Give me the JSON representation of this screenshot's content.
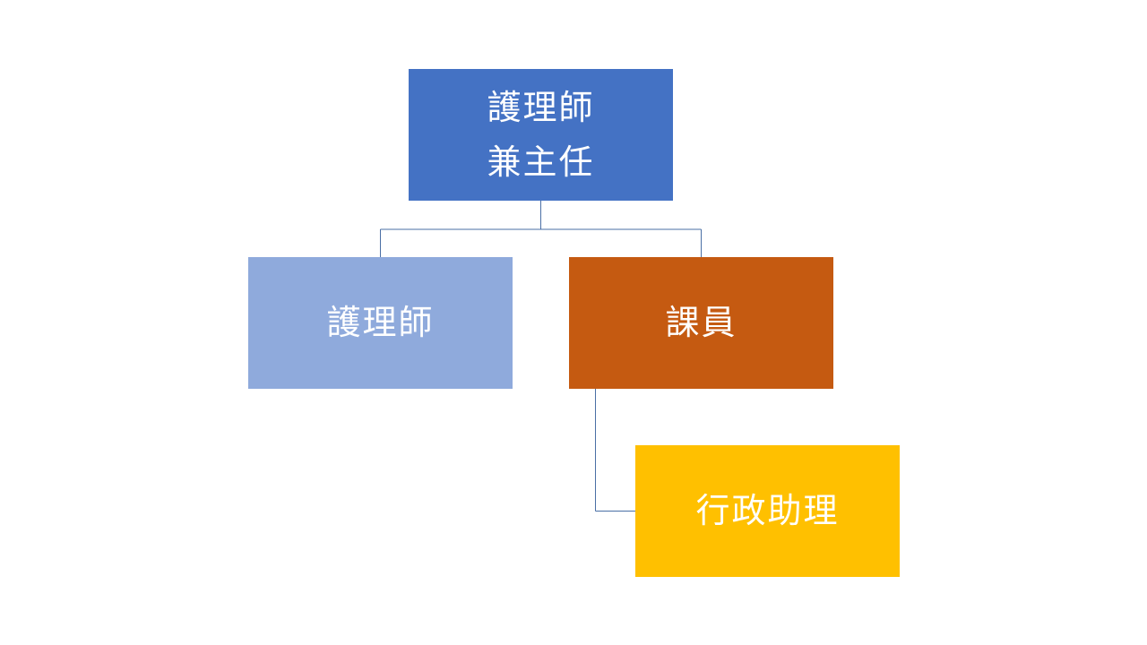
{
  "org_chart": {
    "root": {
      "label": "護理師\n兼主任",
      "color": "#4472C4"
    },
    "children": [
      {
        "label": "護理師",
        "color": "#8FAADC"
      },
      {
        "label": "課員",
        "color": "#C55A11",
        "children": [
          {
            "label": "行政助理",
            "color": "#FFC000"
          }
        ]
      }
    ],
    "connector_color": "#4A6FA5"
  }
}
